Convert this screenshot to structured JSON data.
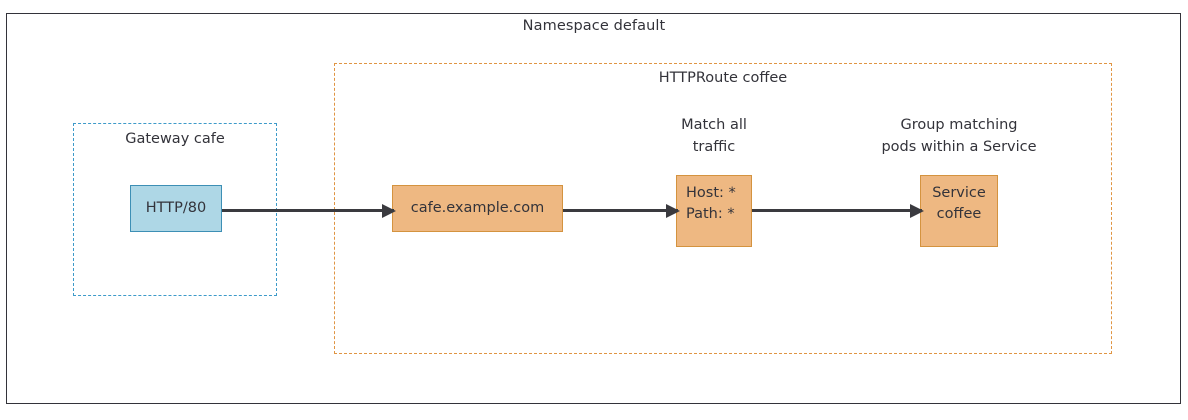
{
  "diagram": {
    "namespace": {
      "title": "Namespace default",
      "border_color": "#33333a"
    },
    "gateway": {
      "title": "Gateway cafe",
      "border_color": "#3d9ac9"
    },
    "httproute": {
      "title": "HTTPRoute coffee",
      "border_color": "#e09543"
    },
    "nodes": {
      "listener": {
        "label": "HTTP/80",
        "fill": "#aed7e6",
        "stroke": "#3d8fb5"
      },
      "hostname": {
        "label": "cafe.example.com",
        "fill": "#eeb882",
        "stroke": "#d4933f"
      },
      "match": {
        "label": "Host: *\nPath: *",
        "fill": "#eeb882",
        "stroke": "#d4933f"
      },
      "backend": {
        "label": "Service\ncoffee",
        "fill": "#eeb882",
        "stroke": "#d4933f"
      }
    },
    "callouts": {
      "match": "Match all\ntraffic",
      "backend": "Group matching\npods within a Service"
    },
    "arrows": [
      {
        "from": "HTTP/80",
        "to": "cafe.example.com"
      },
      {
        "from": "cafe.example.com",
        "to": "Host: * / Path: *"
      },
      {
        "from": "Host: * / Path: *",
        "to": "Service coffee"
      }
    ]
  }
}
